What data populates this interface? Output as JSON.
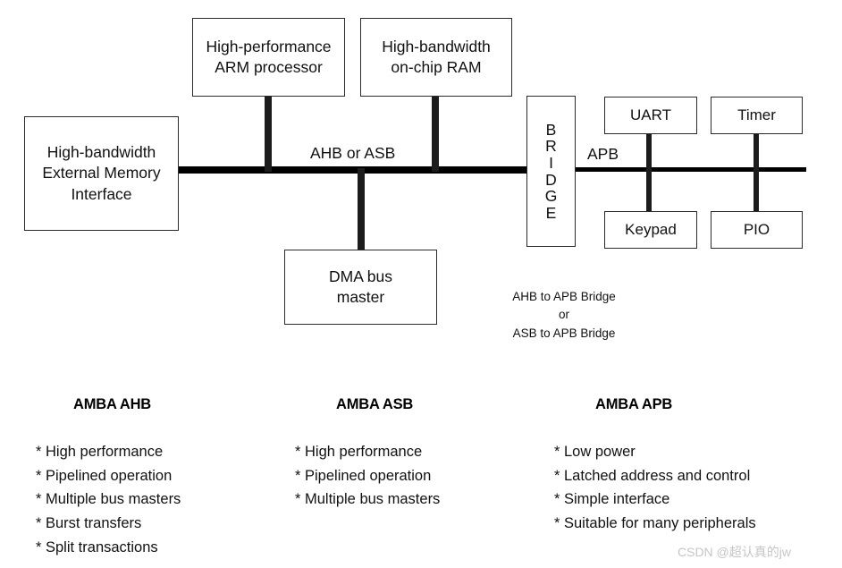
{
  "diagram": {
    "nodes": {
      "external_memory": "High-bandwidth\nExternal Memory\nInterface",
      "arm_processor": "High-performance\nARM processor",
      "onchip_ram": "High-bandwidth\non-chip RAM",
      "dma": "DMA bus\nmaster",
      "uart": "UART",
      "timer": "Timer",
      "keypad": "Keypad",
      "pio": "PIO"
    },
    "bridge": {
      "letters": [
        "B",
        "R",
        "I",
        "D",
        "G",
        "E"
      ],
      "caption": "AHB to APB Bridge\nor\nASB to APB Bridge"
    },
    "bus_labels": {
      "main": "AHB or ASB",
      "peripheral": "APB"
    },
    "colors": {
      "bus": "#000000",
      "node_border": "#2a2a2a",
      "text": "#111111",
      "background": "#ffffff"
    }
  },
  "columns": [
    {
      "title": "AMBA AHB",
      "features": [
        "* High performance",
        "* Pipelined operation",
        "* Multiple bus masters",
        "* Burst transfers",
        "* Split transactions"
      ]
    },
    {
      "title": "AMBA ASB",
      "features": [
        "* High performance",
        "* Pipelined operation",
        "* Multiple bus masters"
      ]
    },
    {
      "title": "AMBA APB",
      "features": [
        "* Low power",
        "* Latched address and control",
        "* Simple interface",
        "* Suitable for many peripherals"
      ]
    }
  ],
  "watermark": "CSDN @超认真的jw"
}
